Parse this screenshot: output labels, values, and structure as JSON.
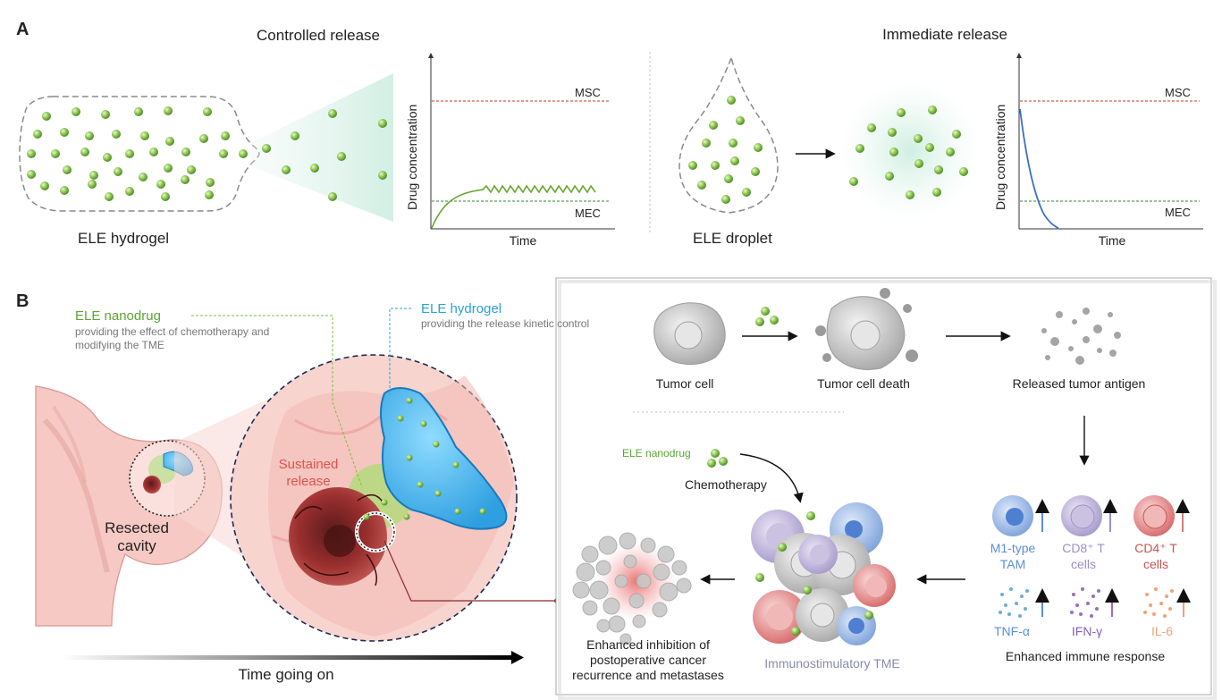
{
  "panel_a": {
    "letter": "A",
    "controlled": {
      "title": "Controlled release",
      "caption": "ELE hydrogel",
      "chart": {
        "ylabel": "Drug concentration",
        "xlabel": "Time",
        "msc": "MSC",
        "mec": "MEC"
      }
    },
    "immediate": {
      "title": "Immediate release",
      "caption": "ELE droplet",
      "chart": {
        "ylabel": "Drug concentration",
        "xlabel": "Time",
        "msc": "MSC",
        "mec": "MEC"
      }
    }
  },
  "panel_b": {
    "letter": "B",
    "nanodrug_title": "ELE nanodrug",
    "nanodrug_desc": "providing the effect of chemotherapy and modifying the TME",
    "hydrogel_title": "ELE hydrogel",
    "hydrogel_desc": "providing the release kinetic control",
    "sustained": "Sustained release",
    "resected": "Resected cavity",
    "time": "Time going on",
    "tumor_cell": "Tumor cell",
    "tumor_death": "Tumor cell death",
    "antigen": "Released tumor antigen",
    "ele_nanodrug_small": "ELE nanodrug",
    "chemotherapy": "Chemotherapy",
    "immune": {
      "tam": "M1-type TAM",
      "cd8": "CD8⁺ T cells",
      "cd4": "CD4⁺ T cells",
      "tnf": "TNF-α",
      "ifn": "IFN-γ",
      "il6": "IL-6",
      "caption": "Enhanced immune response"
    },
    "tme": "Immunostimulatory TME",
    "inhibition": "Enhanced inhibition of postoperative cancer recurrence and metastases"
  },
  "colors": {
    "green": "#5aa532",
    "blue": "#2aa3d6",
    "red": "#e0534c",
    "msc_line": "#c0392b",
    "mec_line": "#2e8b2e",
    "curve_controlled": "#6aa632",
    "curve_immediate": "#3a6fc4"
  }
}
